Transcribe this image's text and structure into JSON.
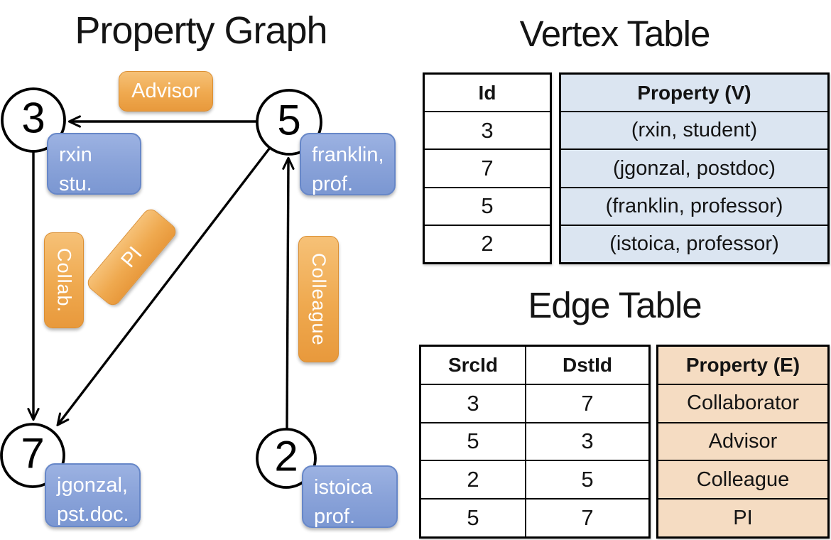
{
  "graph": {
    "title": "Property Graph",
    "nodes": [
      {
        "id": "3",
        "line1": "rxin",
        "line2": "stu."
      },
      {
        "id": "5",
        "line1": "franklin,",
        "line2": "prof."
      },
      {
        "id": "7",
        "line1": "jgonzal,",
        "line2": "pst.doc."
      },
      {
        "id": "2",
        "line1": "istoica",
        "line2": "prof."
      }
    ],
    "edge_labels": {
      "advisor": "Advisor",
      "collab": "Collab.",
      "pi": "PI",
      "colleague": "Colleague"
    }
  },
  "vertex_table": {
    "title": "Vertex Table",
    "headers": {
      "id": "Id",
      "property": "Property (V)"
    },
    "rows": [
      {
        "id": "3",
        "property": "(rxin, student)"
      },
      {
        "id": "7",
        "property": "(jgonzal, postdoc)"
      },
      {
        "id": "5",
        "property": "(franklin, professor)"
      },
      {
        "id": "2",
        "property": "(istoica, professor)"
      }
    ]
  },
  "edge_table": {
    "title": "Edge Table",
    "headers": {
      "src": "SrcId",
      "dst": "DstId",
      "property": "Property (E)"
    },
    "rows": [
      {
        "src": "3",
        "dst": "7",
        "property": "Collaborator"
      },
      {
        "src": "5",
        "dst": "3",
        "property": "Advisor"
      },
      {
        "src": "2",
        "dst": "5",
        "property": "Colleague"
      },
      {
        "src": "5",
        "dst": "7",
        "property": "PI"
      }
    ]
  },
  "colors": {
    "edge_label_fill": "#efa94f",
    "node_box_fill": "#8aa3d9",
    "vertex_cell_fill": "#dbe5f1",
    "edge_cell_fill": "#f5dcc2",
    "line": "#000000"
  }
}
